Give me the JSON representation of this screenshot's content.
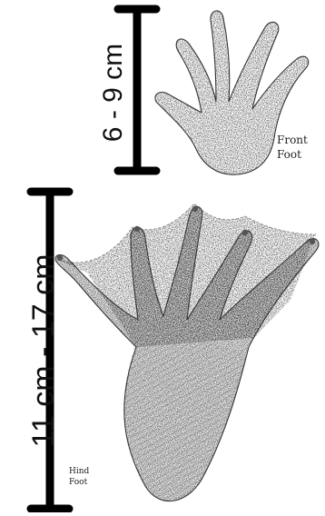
{
  "front_foot": {
    "measurement": "6 - 9 cm",
    "caption_line1": "Front",
    "caption_line2": "Foot"
  },
  "hind_foot": {
    "measurement": "11 cm - 17 cm",
    "caption_line1": "Hind",
    "caption_line2": "Foot"
  },
  "colors": {
    "scale_bar": "#000000",
    "sketch_ink": "#333333",
    "web_outline": "#777777"
  }
}
